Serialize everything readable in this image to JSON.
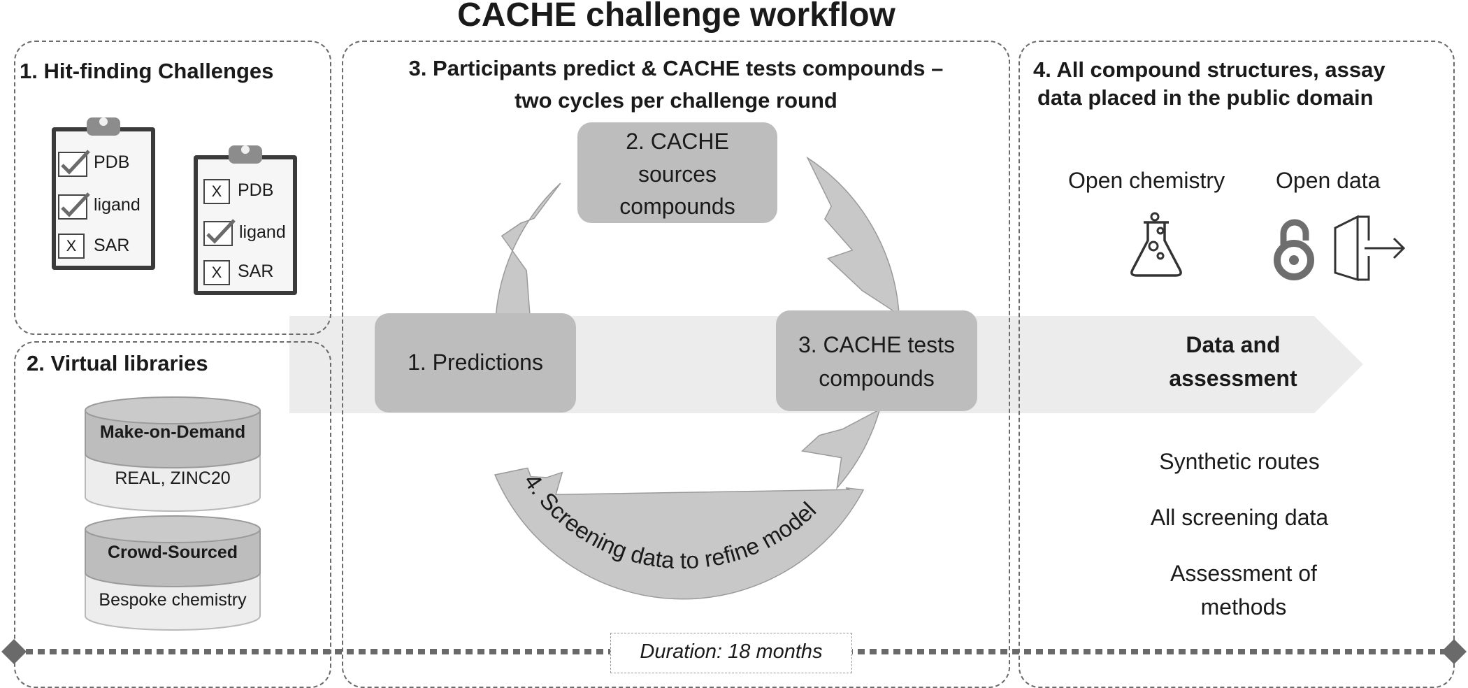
{
  "title": "CACHE challenge workflow",
  "panel1": {
    "heading": "1. Hit-finding Challenges",
    "clipboard_a": [
      "PDB",
      "ligand",
      "SAR"
    ],
    "clipboard_b": [
      "PDB",
      "ligand",
      "SAR"
    ]
  },
  "panel2": {
    "heading": "2. Virtual libraries",
    "db1_top": "Make-on-Demand",
    "db1_bottom": "REAL, ZINC20",
    "db2_top": "Crowd-Sourced",
    "db2_bottom": "Bespoke chemistry"
  },
  "panel3": {
    "heading_line1": "3. Participants predict & CACHE tests compounds –",
    "heading_line2": "two cycles per challenge round",
    "step1": "1. Predictions",
    "step2_line1": "2. CACHE",
    "step2_line2": "sources",
    "step2_line3": "compounds",
    "step3_line1": "3. CACHE tests",
    "step3_line2": "compounds",
    "step4": "4. Screening data to refine model"
  },
  "panel4": {
    "heading_line1": "4. All compound structures, assay",
    "heading_line2": "data placed in the public domain",
    "open_chemistry": "Open chemistry",
    "open_data": "Open data",
    "arrow_line1": "Data and",
    "arrow_line2": "assessment",
    "item1": "Synthetic routes",
    "item2": "All screening data",
    "item3_line1": "Assessment of",
    "item3_line2": "methods"
  },
  "duration": "Duration: 18 months",
  "icons": [
    "check-icon",
    "x-box-icon",
    "clipboard-icon",
    "database-icon",
    "flask-icon",
    "open-access-icon",
    "exit-door-icon"
  ],
  "colors": {
    "panel_border": "#6a6a6a",
    "box_fill": "#bdbdbd",
    "arrow_band": "#ececec",
    "cycle_arrow": "#c8c8c8"
  }
}
